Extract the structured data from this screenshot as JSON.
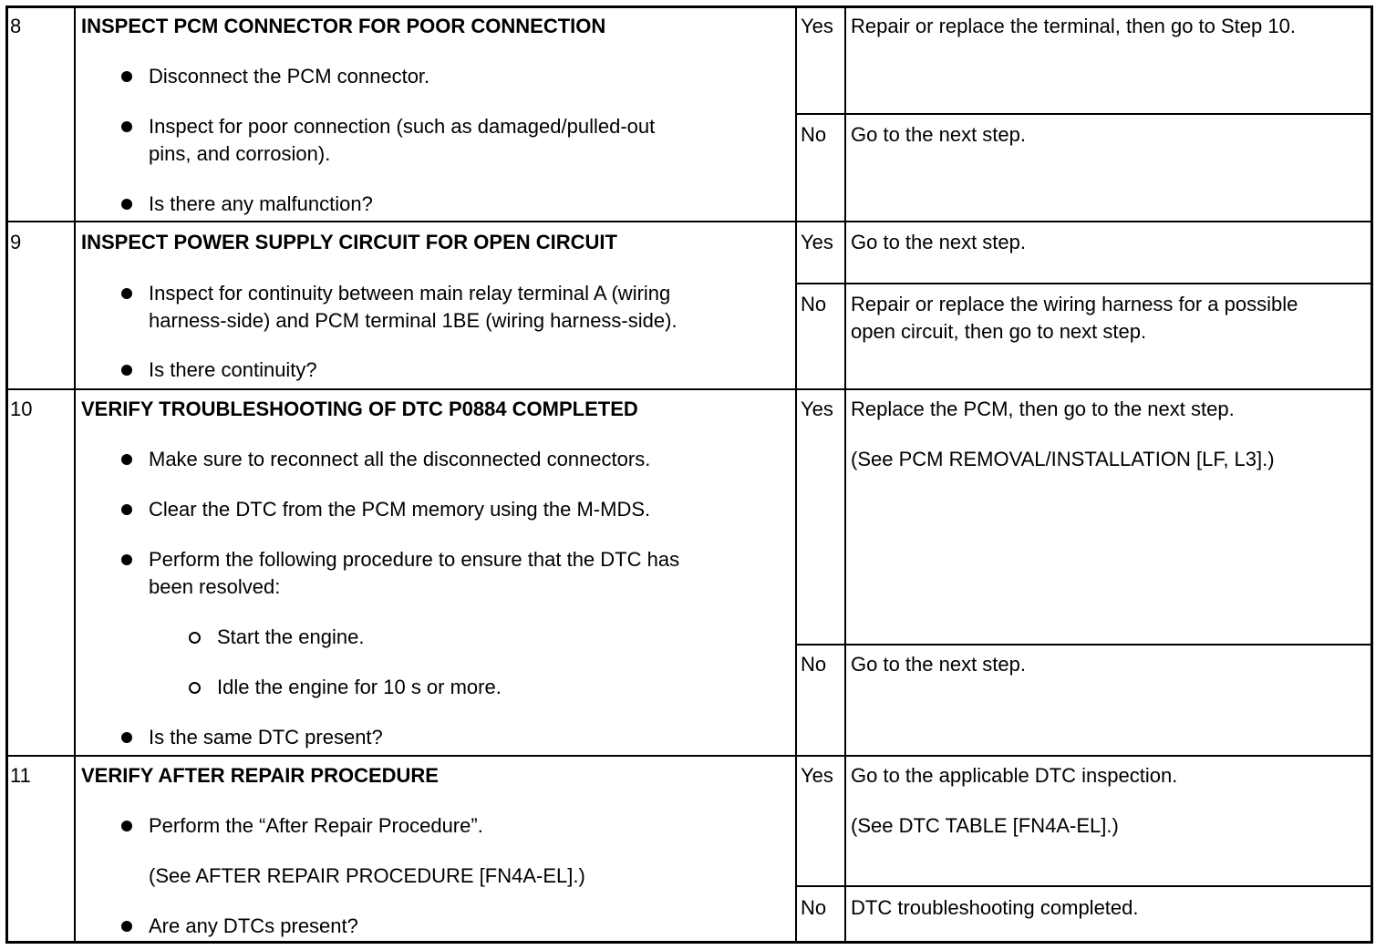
{
  "steps": [
    {
      "number": "8",
      "title": "INSPECT PCM CONNECTOR FOR POOR CONNECTION",
      "items": [
        "Disconnect the PCM connector.",
        [
          "Inspect for poor connection (such as damaged/pulled-out",
          "pins, and corrosion)."
        ],
        "Is there any malfunction?"
      ],
      "yes_label": "Yes",
      "yes_action": "Repair or replace the terminal, then go to Step 10.",
      "no_label": "No",
      "no_action": "Go to the next step."
    },
    {
      "number": "9",
      "title": "INSPECT POWER SUPPLY CIRCUIT FOR OPEN CIRCUIT",
      "items": [
        [
          "Inspect for continuity between main relay terminal A (wiring",
          "harness-side) and PCM terminal 1BE (wiring harness-side)."
        ],
        "Is there continuity?"
      ],
      "yes_label": "Yes",
      "yes_action": "Go to the next step.",
      "no_label": "No",
      "no_action": [
        "Repair or replace the wiring harness for a possible",
        "open circuit, then go to next step."
      ]
    },
    {
      "number": "10",
      "title": "VERIFY TROUBLESHOOTING OF DTC P0884 COMPLETED",
      "items": [
        "Make sure to reconnect all the disconnected connectors.",
        "Clear the DTC from the PCM memory using the M-MDS.",
        [
          "Perform the following procedure to ensure that the DTC has",
          "been resolved:"
        ],
        "Is the same DTC present?"
      ],
      "subitems": [
        "Start the engine.",
        "Idle the engine for 10 s or more."
      ],
      "yes_label": "Yes",
      "yes_action": "Replace the PCM, then go to the next step.",
      "yes_ref": "(See PCM REMOVAL/INSTALLATION [LF, L3].)",
      "no_label": "No",
      "no_action": "Go to the next step."
    },
    {
      "number": "11",
      "title": "VERIFY AFTER REPAIR PROCEDURE",
      "items": [
        "Perform the “After Repair Procedure”.",
        "Are any DTCs present?"
      ],
      "item_ref": "(See AFTER REPAIR PROCEDURE [FN4A-EL].)",
      "yes_label": "Yes",
      "yes_action": "Go to the applicable DTC inspection.",
      "yes_ref": "(See DTC TABLE [FN4A-EL].)",
      "no_label": "No",
      "no_action": "DTC troubleshooting completed."
    }
  ]
}
